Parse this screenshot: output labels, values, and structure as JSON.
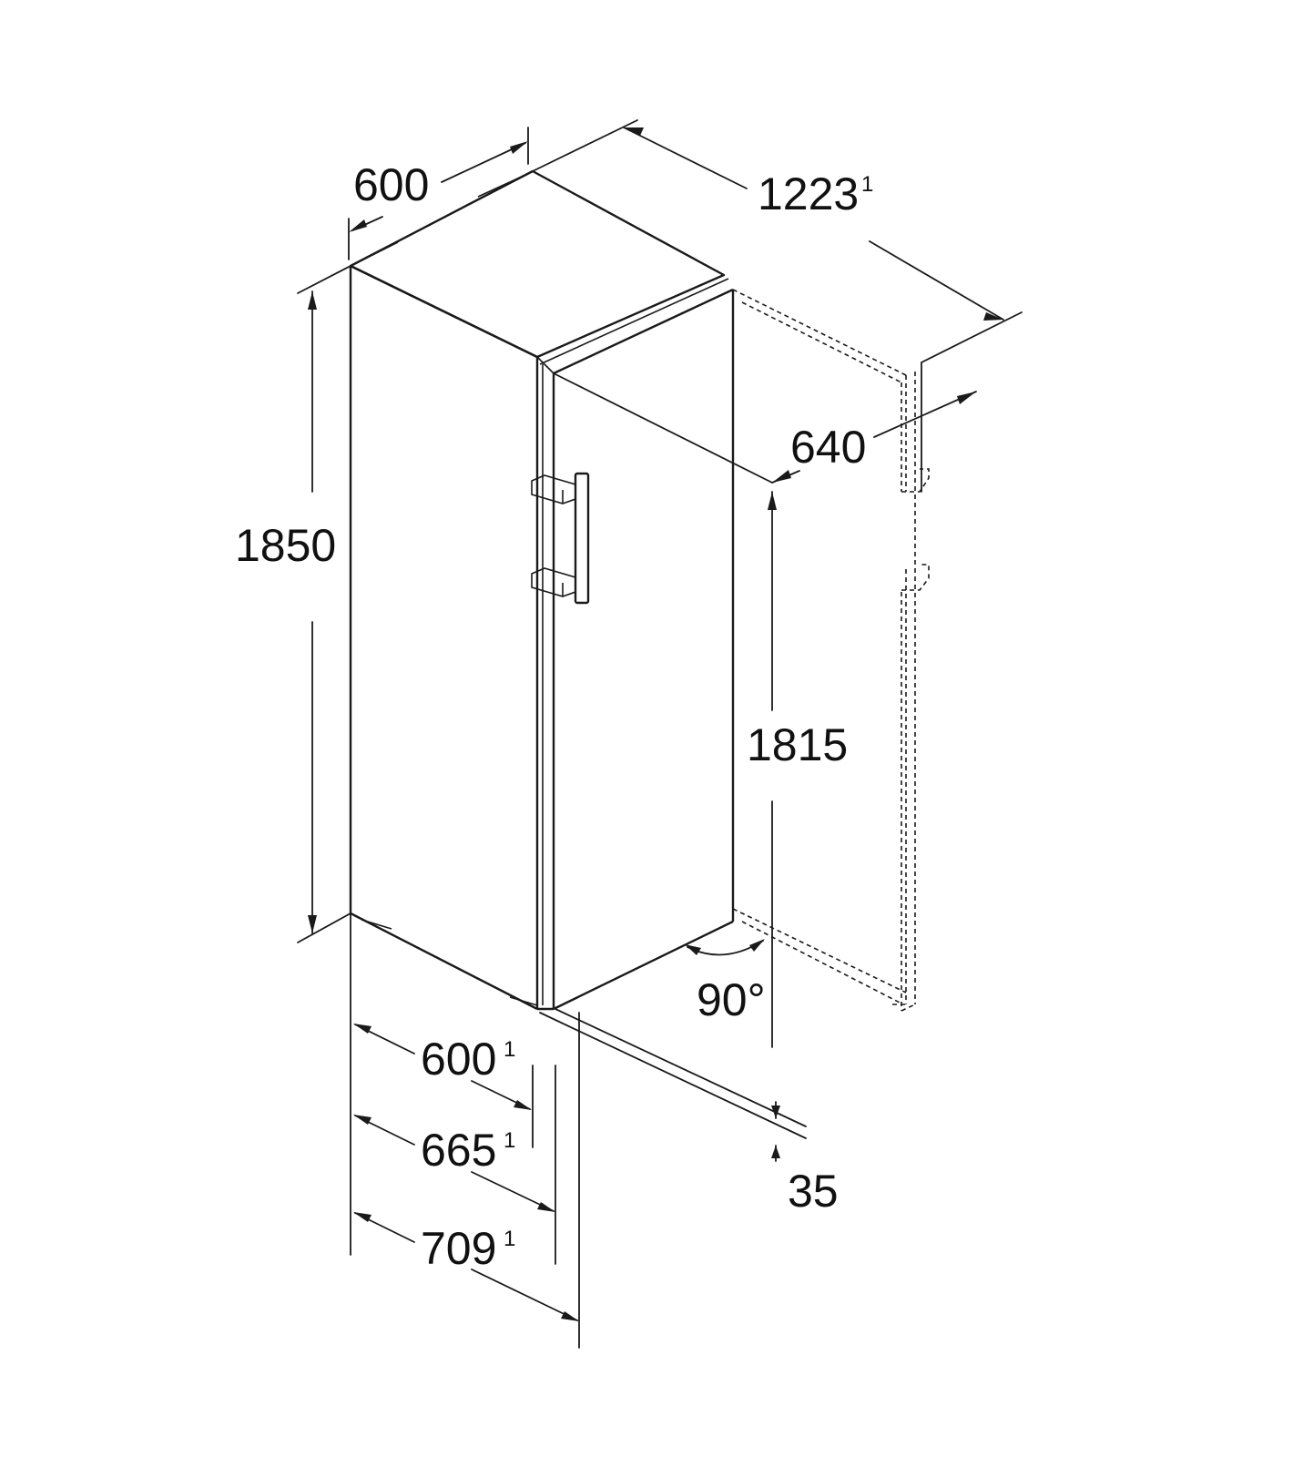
{
  "dimensions": {
    "width_top": "600",
    "depth_door_open": "1223",
    "depth_door_open_note": "1",
    "height_total": "1850",
    "door_swing_depth": "640",
    "height_door": "1815",
    "door_angle": "90°",
    "depth_body": "600",
    "depth_body_note": "1",
    "depth_with_door": "665",
    "depth_with_door_note": "1",
    "depth_with_handle": "709",
    "depth_with_handle_note": "1",
    "bottom_gap": "35"
  }
}
